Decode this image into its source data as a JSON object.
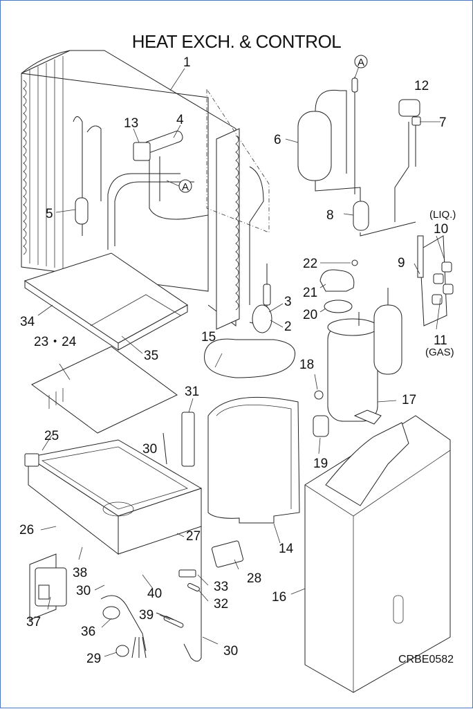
{
  "title": "HEAT EXCH. & CONTROL",
  "diagram_code": "CRBE0582",
  "border_color": "#4a78c0",
  "connector_symbol": "A",
  "annotations": {
    "liquid": "(LIQ.)",
    "gas": "(GAS)"
  },
  "part_labels": {
    "p1": "1",
    "p2": "2",
    "p3": "3",
    "p4": "4",
    "p5": "5",
    "p6": "6",
    "p7": "7",
    "p8": "8",
    "p9": "9",
    "p10": "10",
    "p11": "11",
    "p12": "12",
    "p13": "13",
    "p14": "14",
    "p15": "15",
    "p16": "16",
    "p17": "17",
    "p18": "18",
    "p19": "19",
    "p20": "20",
    "p21": "21",
    "p22": "22",
    "p23_24": "23・24",
    "p25": "25",
    "p26": "26",
    "p27": "27",
    "p28": "28",
    "p29": "29",
    "p30a": "30",
    "p30b": "30",
    "p30c": "30",
    "p31": "31",
    "p32": "32",
    "p33": "33",
    "p34": "34",
    "p35": "35",
    "p36": "36",
    "p37": "37",
    "p38": "38",
    "p39": "39",
    "p40": "40"
  }
}
